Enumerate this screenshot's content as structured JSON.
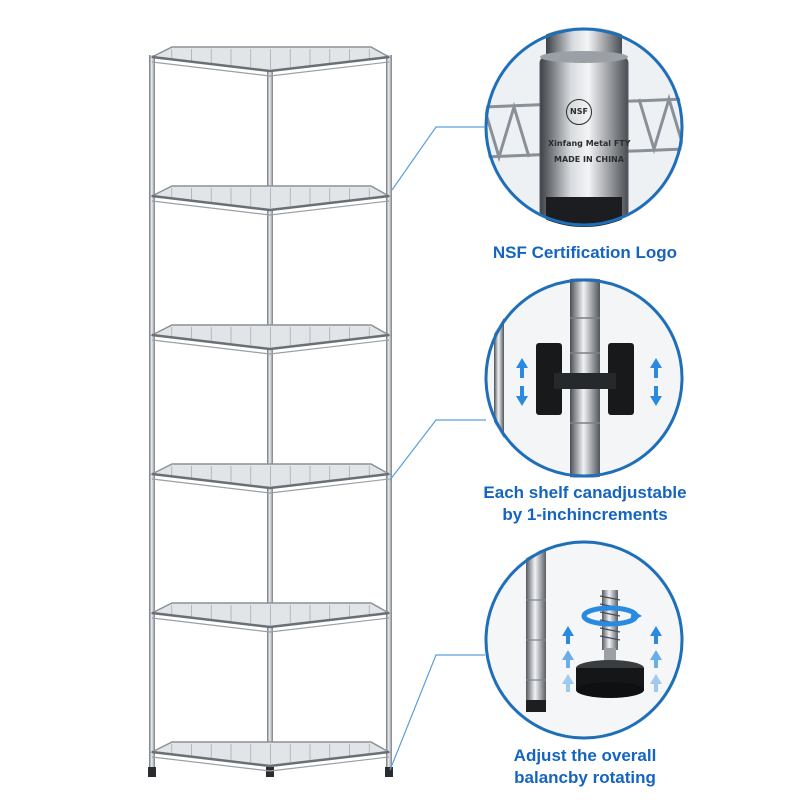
{
  "product": {
    "name": "corner-wire-shelving-unit",
    "shelf_count": 6
  },
  "callouts": [
    {
      "id": "nsf",
      "caption_lines": [
        "NSF Certification Logo"
      ],
      "engraving": {
        "logo_text": "NSF",
        "maker_text": "Xinfang Metal FTY",
        "origin_text": "MADE IN CHINA"
      }
    },
    {
      "id": "adjustable",
      "caption_lines": [
        "Each shelf canadjustable",
        "by 1-inchincrements"
      ]
    },
    {
      "id": "leveling",
      "caption_lines": [
        "Adjust the overall",
        "balancby rotating"
      ]
    }
  ],
  "colors": {
    "accent": "#1f6fb8",
    "caption_text": "#1565c0",
    "arrow_blue": "#2a8ae0",
    "arrow_light": "#9fc9ef",
    "chrome_dark": "#5a5f66",
    "chrome_light": "#e9ecef"
  },
  "icons": [
    "up-down-arrow-icon",
    "rotate-arrow-icon",
    "up-arrow-icon"
  ]
}
